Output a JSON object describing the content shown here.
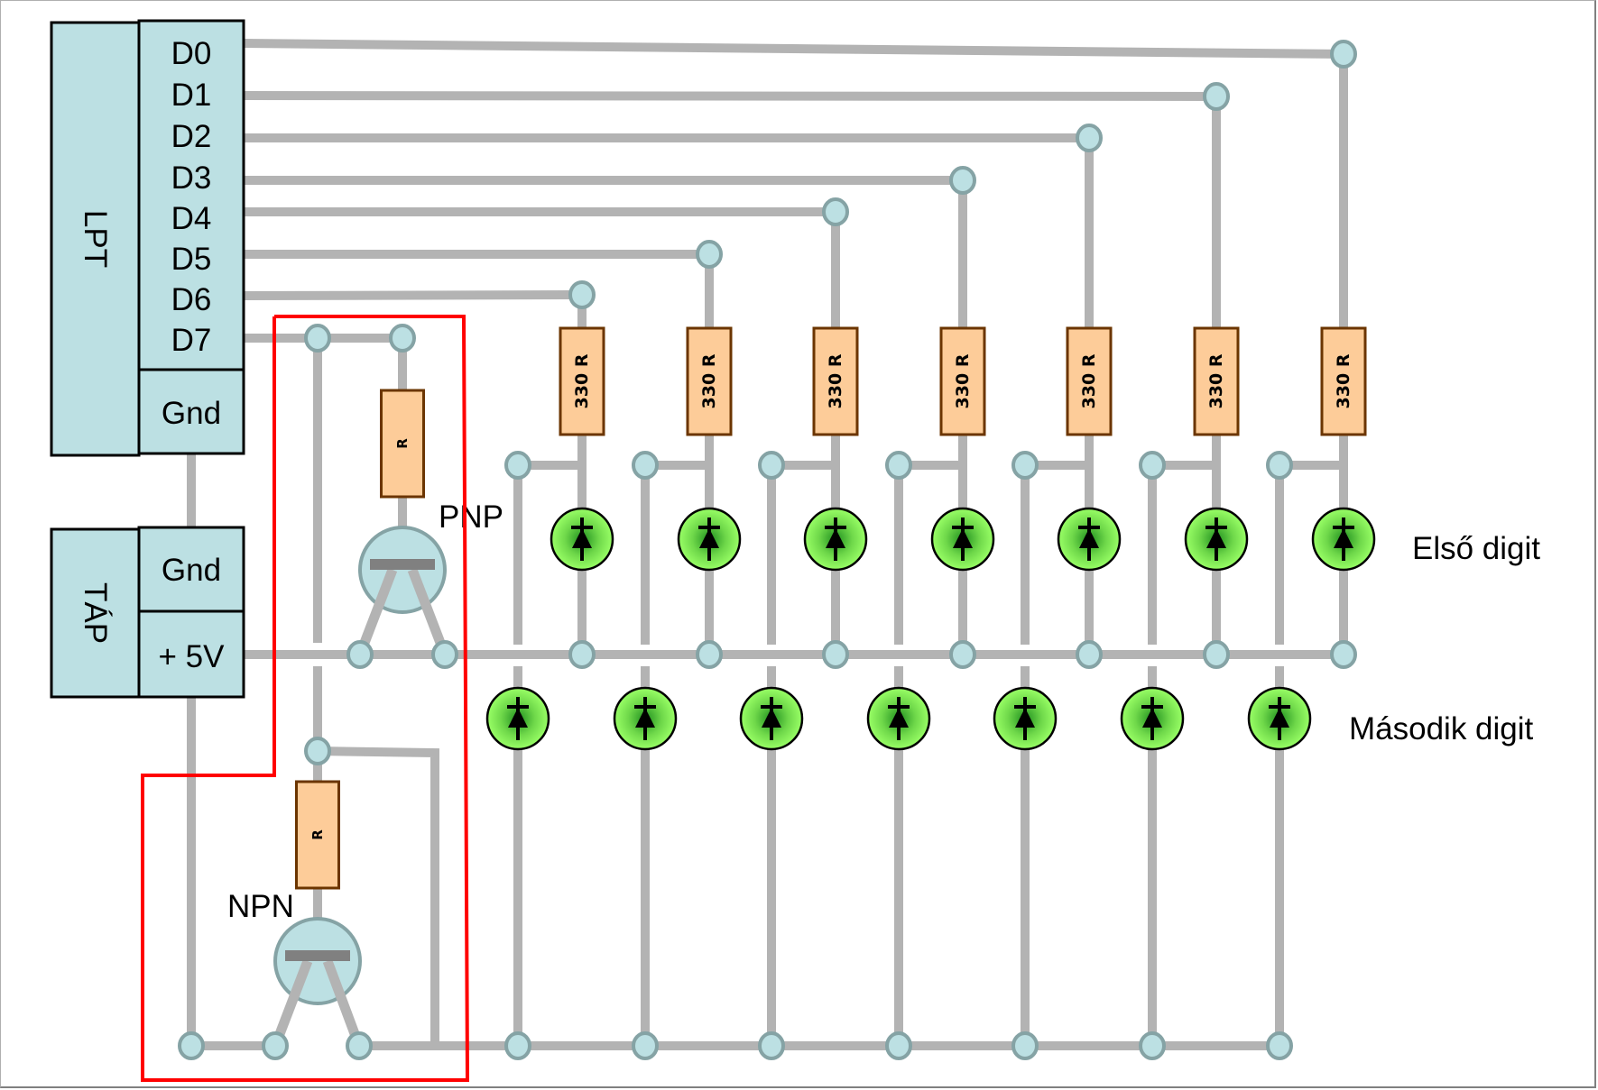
{
  "lpt": {
    "title": "LPT",
    "pins": [
      "D0",
      "D1",
      "D2",
      "D3",
      "D4",
      "D5",
      "D6",
      "D7"
    ],
    "gnd_label": "Gnd"
  },
  "power": {
    "title": "TÁP",
    "gnd_label": "Gnd",
    "vcc_label": "+ 5V"
  },
  "driver": {
    "pnp_label": "PNP",
    "npn_label": "NPN",
    "base_resistor_label": "R",
    "highlight_color": "#ff0000"
  },
  "segment_resistor_label": "330 R",
  "segment_count": 7,
  "digits": {
    "first": "Első digit",
    "second": "Második digit"
  },
  "colors": {
    "wire": "#b3b3b3",
    "connector": "#bce0e3",
    "resistor": "#fdcc99",
    "led_center": "#1f8f1f",
    "led_edge": "#99ff66"
  }
}
